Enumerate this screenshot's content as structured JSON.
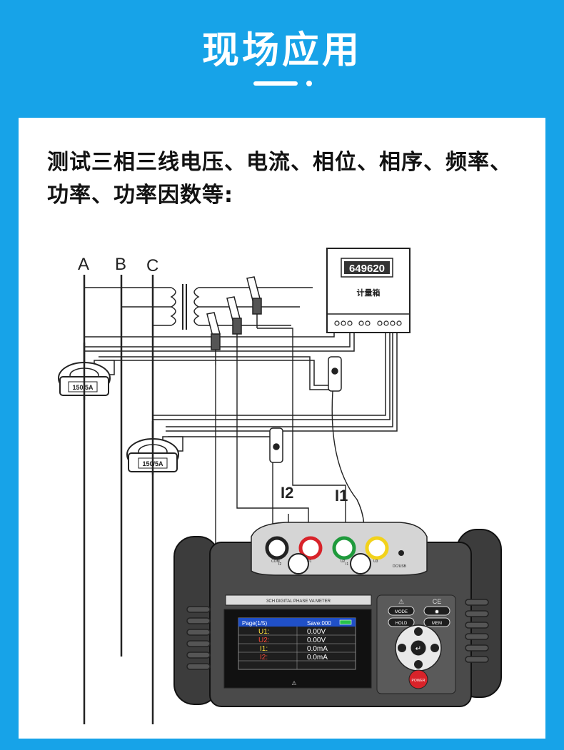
{
  "header": {
    "title": "现场应用"
  },
  "description": "测试三相三线电压、电流、相位、相序、频率、功率、功率因数等:",
  "diagram": {
    "phases": [
      "A",
      "B",
      "C"
    ],
    "ct_label": "150/5A",
    "meter": {
      "reading": "649620",
      "label": "计量箱"
    },
    "clamp_labels": [
      "I2",
      "I1"
    ],
    "device": {
      "panel_title": "3CH DIGITAL PHASE VA METER",
      "jacks": [
        "COM",
        "U1",
        "U2",
        "U3",
        "I2",
        "I1",
        "DC/USB"
      ],
      "screen": {
        "page": "Page(1/5)",
        "save": "Save:000",
        "rows": [
          {
            "name": "U1:",
            "value": "0.00V",
            "color": "#ffe23c"
          },
          {
            "name": "U2:",
            "value": "0.00V",
            "color": "#ff4a3a"
          },
          {
            "name": "I1:",
            "value": "0.0mA",
            "color": "#ffe23c"
          },
          {
            "name": "I2:",
            "value": "0.0mA",
            "color": "#ff4a3a"
          }
        ]
      },
      "buttons": {
        "mode": "MODE",
        "hold": "HOLD",
        "mem": "MEM",
        "power": "POWER"
      }
    }
  },
  "colors": {
    "background": "#17a3e8",
    "card": "#ffffff",
    "jack_red": "#d8232a",
    "jack_green": "#1f9a3c",
    "jack_yellow": "#f2d21b"
  }
}
